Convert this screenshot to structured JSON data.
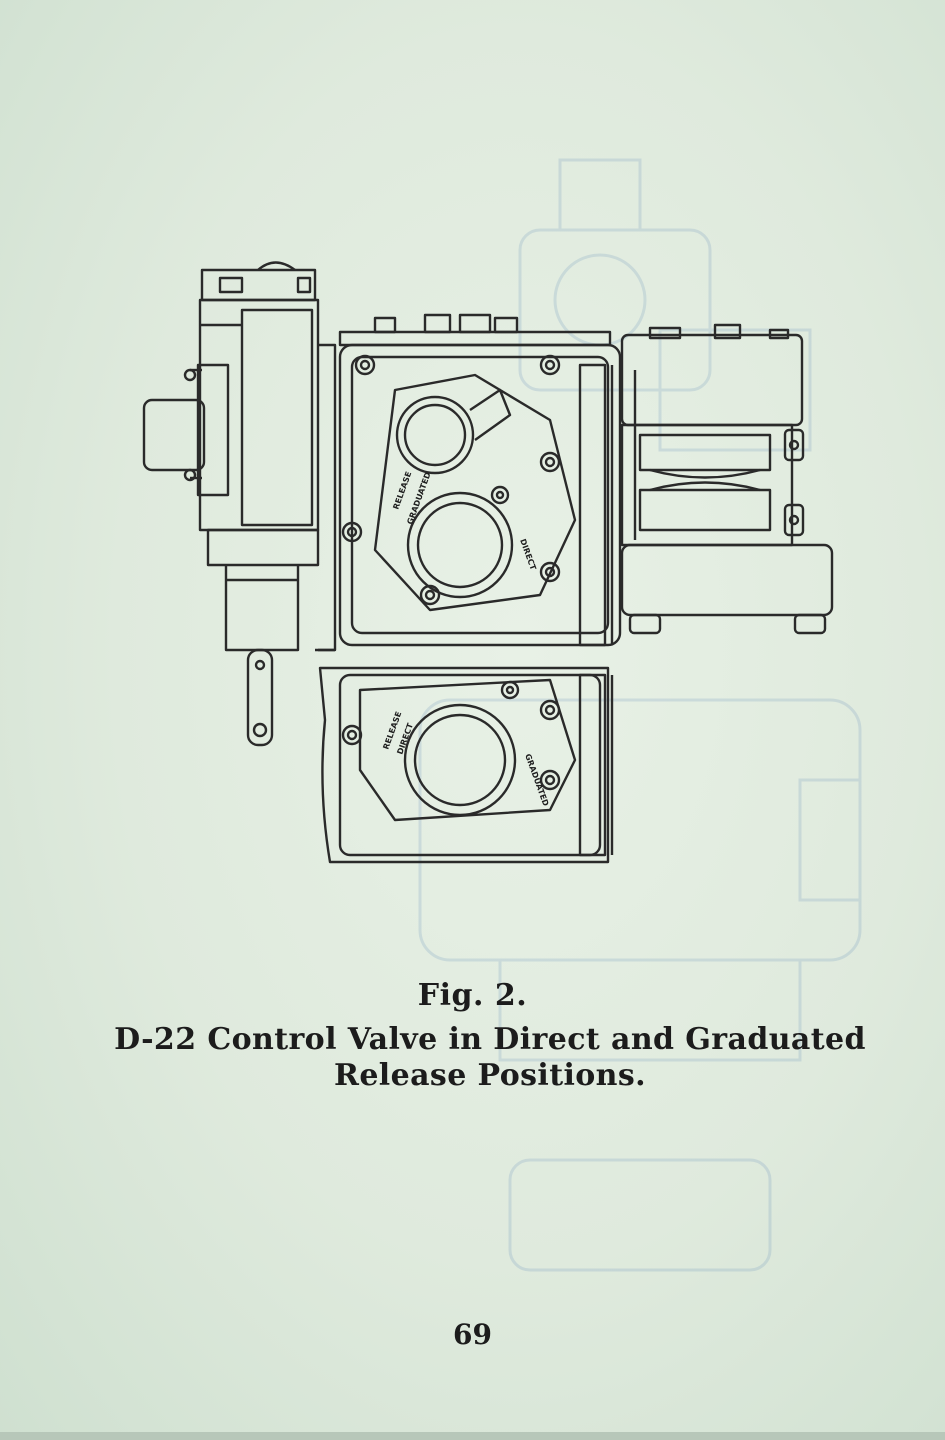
{
  "figure": {
    "labels": {
      "upper_release": "RELEASE",
      "upper_graduated": "GRADUATED",
      "upper_direct": "DIRECT",
      "lower_release": "RELEASE",
      "lower_direct": "DIRECT",
      "lower_graduated": "GRADUATED"
    }
  },
  "caption": {
    "fig_label": "Fig. 2.",
    "title": "D-22 Control Valve in Direct and Graduated Release Positions."
  },
  "page_number": "69"
}
